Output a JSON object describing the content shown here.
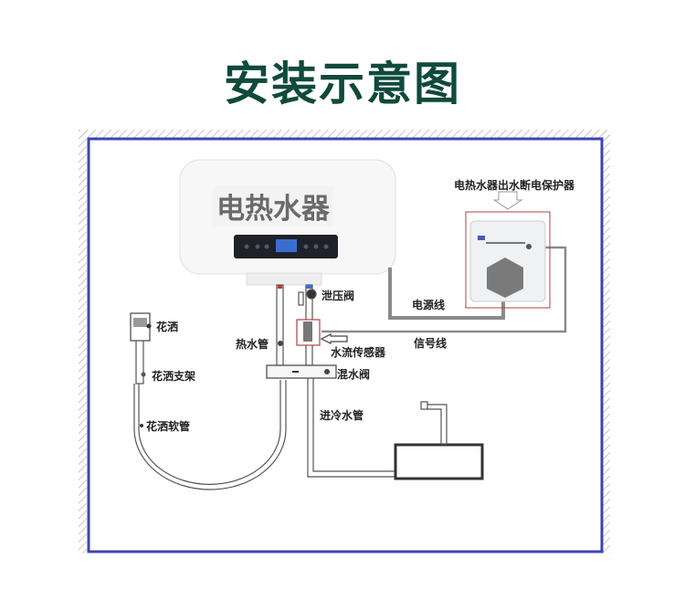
{
  "title": "安装示意图",
  "heater_label": "电热水器",
  "labels": {
    "protector": "电热水器出水断电保护器",
    "pressure_valve": "泄压阀",
    "power_cord": "电源线",
    "signal_wire": "信号线",
    "shower_head": "花洒",
    "hot_pipe": "热水管",
    "flow_sensor": "水流传感器",
    "mixing_valve": "混水阀",
    "shower_bracket": "花洒支架",
    "cold_inlet": "进冷水管",
    "shower_hose": "花洒软管"
  },
  "colors": {
    "title": "#0f4a3a",
    "frame": "#3b45b5",
    "wire": "#8a8a8a",
    "highlight": "#b04040"
  }
}
